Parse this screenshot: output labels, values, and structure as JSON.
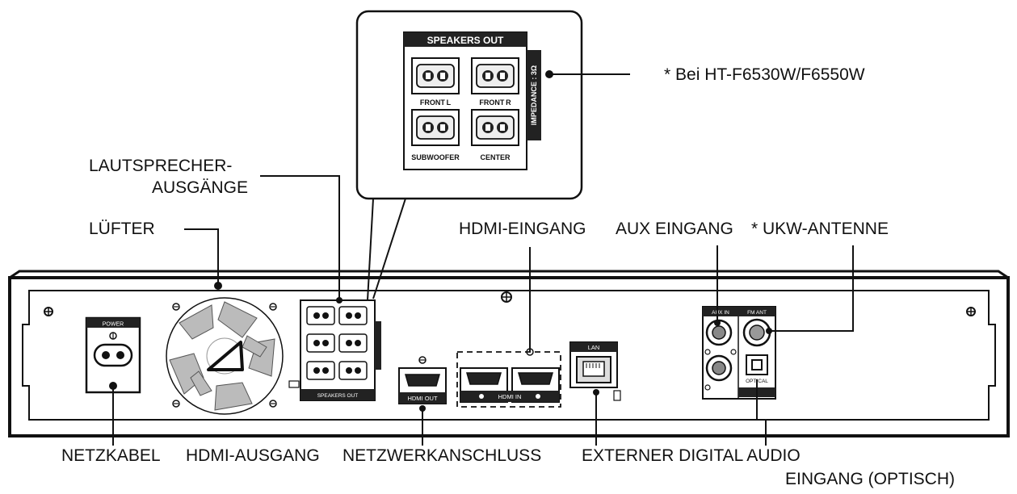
{
  "callouts": {
    "model_note": "* Bei HT-F6530W/F6550W",
    "speaker_outputs_line1": "LAUTSPRECHER-",
    "speaker_outputs_line2": "AUSGÄNGE",
    "fan": "LÜFTER",
    "hdmi_in": "HDMI-EINGANG",
    "aux_in": "AUX EINGANG",
    "fm_antenna": "* UKW-ANTENNE",
    "power_cord": "NETZKABEL",
    "hdmi_out": "HDMI-AUSGANG",
    "network": "NETZWERKANSCHLUSS",
    "digital_audio_line1": "EXTERNER DIGITAL AUDIO",
    "digital_audio_line2": "EINGANG (OPTISCH)"
  },
  "speaker_panel": {
    "header": "SPEAKERS OUT",
    "impedance": "IMPEDANCE : 3Ω",
    "terminals": [
      "FRONT L",
      "FRONT R",
      "SUBWOOFER",
      "CENTER"
    ]
  },
  "rear_panel_labels": {
    "power": "POWER",
    "hdmi_out": "HDMI OUT",
    "hdmi_in": "HDMI IN",
    "lan": "LAN",
    "aux_in": "AUX IN",
    "fm_ant": "FM ANT",
    "optical": "OPTICAL",
    "speakers_out": "SPEAKERS OUT"
  },
  "colors": {
    "ink": "#111111",
    "panel_fill": "#ffffff",
    "header_fill": "#222222"
  }
}
